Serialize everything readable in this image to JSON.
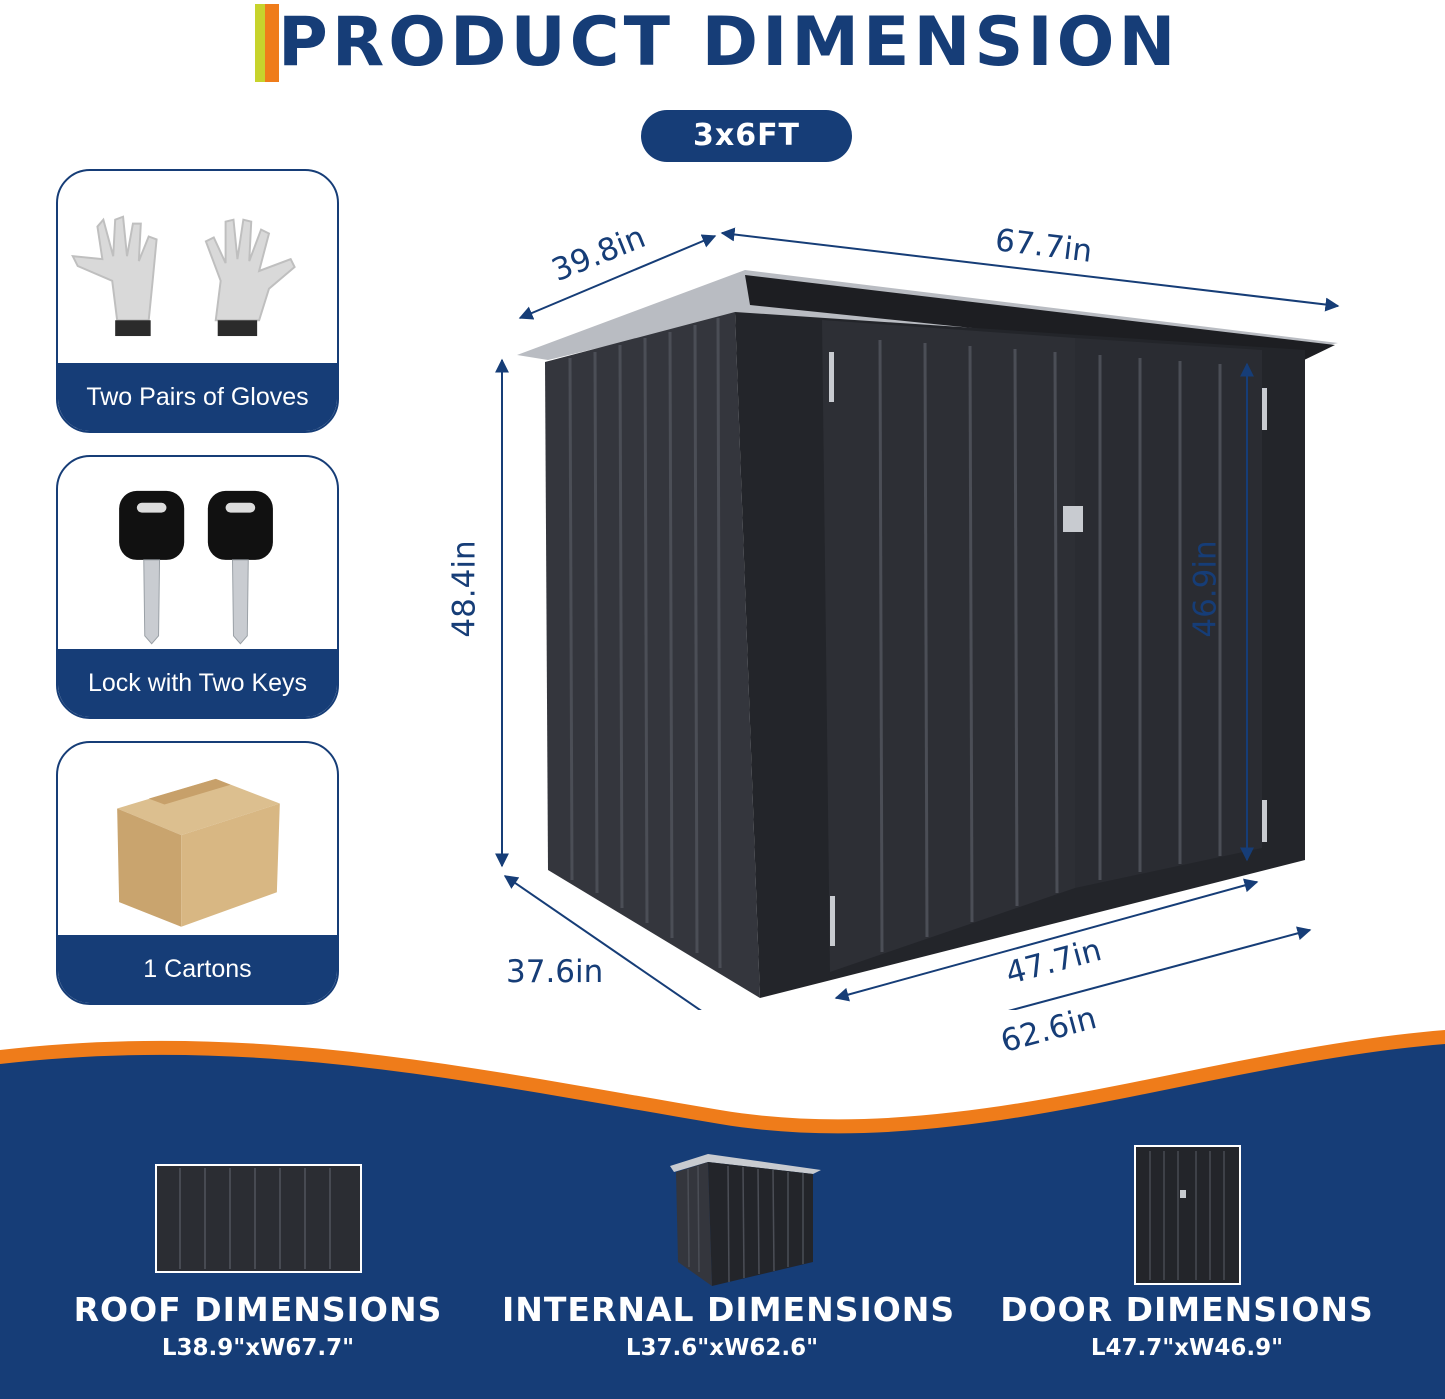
{
  "header": {
    "title": "PRODUCT DIMENSION"
  },
  "badge": {
    "size": "3x6FT"
  },
  "accessories": [
    {
      "label": "Two Pairs of Gloves",
      "icon": "gloves-icon"
    },
    {
      "label": "Lock with Two Keys",
      "icon": "keys-icon"
    },
    {
      "label": "1 Cartons",
      "icon": "carton-box-icon"
    }
  ],
  "dimensions": {
    "roof_depth": "39.8in",
    "roof_width": "67.7in",
    "height": "48.4in",
    "door_height": "46.9in",
    "base_depth": "37.6in",
    "door_width": "47.7in",
    "base_width": "62.6in"
  },
  "features": [
    {
      "title": "ROOF DIMENSIONS",
      "value": "L38.9\"xW67.7\""
    },
    {
      "title": "INTERNAL DIMENSIONS",
      "value": "L37.6\"xW62.6\""
    },
    {
      "title": "DOOR DIMENSIONS",
      "value": "L47.7\"xW46.9\""
    }
  ],
  "colors": {
    "brand_navy": "#163d77",
    "accent_orange": "#ef7c1a",
    "accent_green": "#c7d32c",
    "shed_dark": "#2b2d33"
  }
}
